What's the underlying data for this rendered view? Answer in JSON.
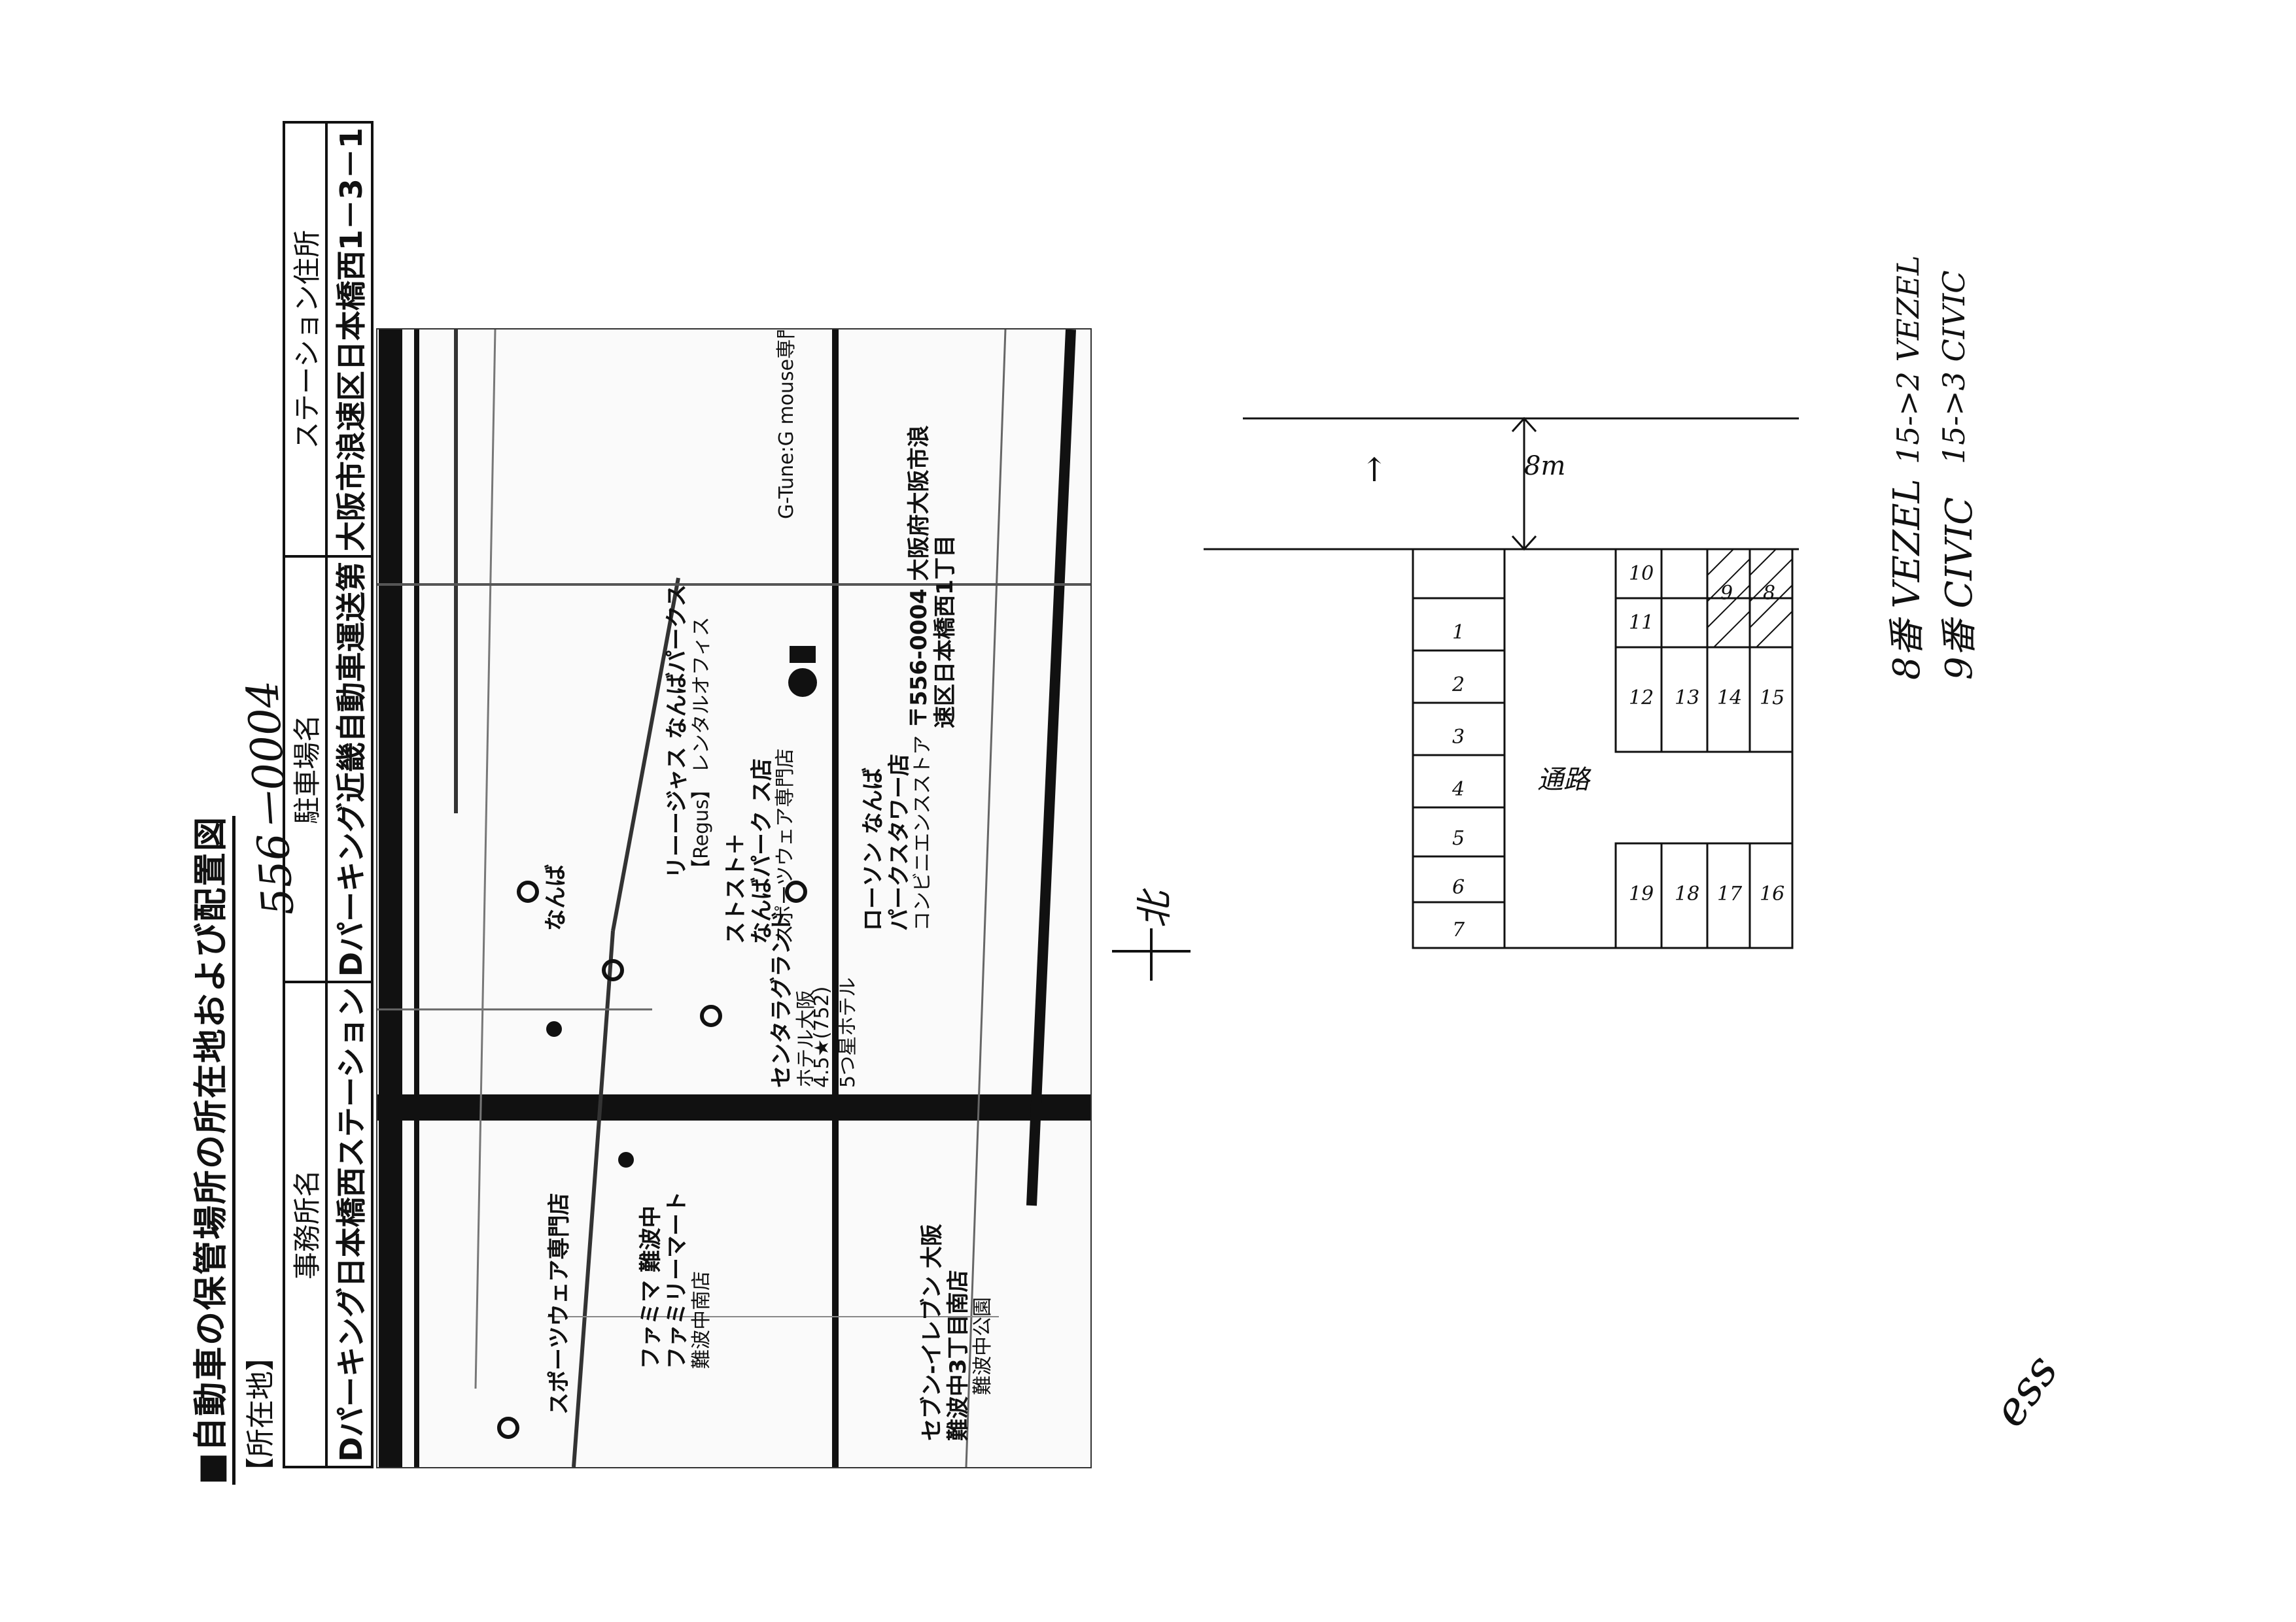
{
  "document": {
    "title": "■自動車の保管場所の所在地および配置図",
    "section_label": "【所在地】",
    "table": {
      "headers": [
        "事務所名",
        "駐車場名",
        "ステーション住所"
      ],
      "values": [
        "Dパーキング日本橋西ステーション",
        "Dパーキング近畿自動車運送第",
        "大阪市浪速区日本橋西1－3－1"
      ]
    },
    "handwritten_postal": "556－0004"
  },
  "map": {
    "labels": {
      "search": "スポーツウェア専門店",
      "namba": "なんば",
      "regus": "リーージャス なんばパークス",
      "regus_sub": "【Regus】 レンタルオフィス",
      "store_1": "ストスト＋",
      "store_1b": "なんばパーク ス店",
      "store_1c": "スポーツウェア専門店",
      "hotel": "センタラグランド",
      "hotel_b": "ホテル大阪",
      "hotel_c": "4.5★(752)",
      "hotel_d": "5つ星ホテル",
      "lawson": "ローソン なんば",
      "lawson_b": "パークスタワー店",
      "lawson_c": "コンビニエンスストア",
      "familymart": "ファミマ 難波中",
      "familymart_b": "ファミリーマート",
      "familymart_c": "難波中南店",
      "seven": "セブン-イレブン 大阪",
      "seven_b": "難波中3丁目南店",
      "address": "〒556-0004 大阪府大阪市浪",
      "address_b": "速区日本橋西1丁目",
      "gtune": "G-Tune:G mouse専門",
      "park": "難波中公園",
      "station": "なんば"
    }
  },
  "sketch": {
    "road_width": "8m",
    "north": "↑",
    "center_label": "通路",
    "spots_top": [
      "10",
      "11",
      "9",
      "8"
    ],
    "spots_left": [
      "1",
      "2",
      "3",
      "4",
      "5",
      "6",
      "7"
    ],
    "spots_mid": [
      "12",
      "13",
      "14",
      "15"
    ],
    "spots_bottom": [
      "16",
      "17",
      "18",
      "19"
    ],
    "note_1a": "8番 VEZEL",
    "note_1b": "9番 CIVIC",
    "note_2a": "15->2 VEZEL",
    "note_2b": "15->3 CIVIC",
    "north_symbol": "北",
    "signature": "ess"
  }
}
